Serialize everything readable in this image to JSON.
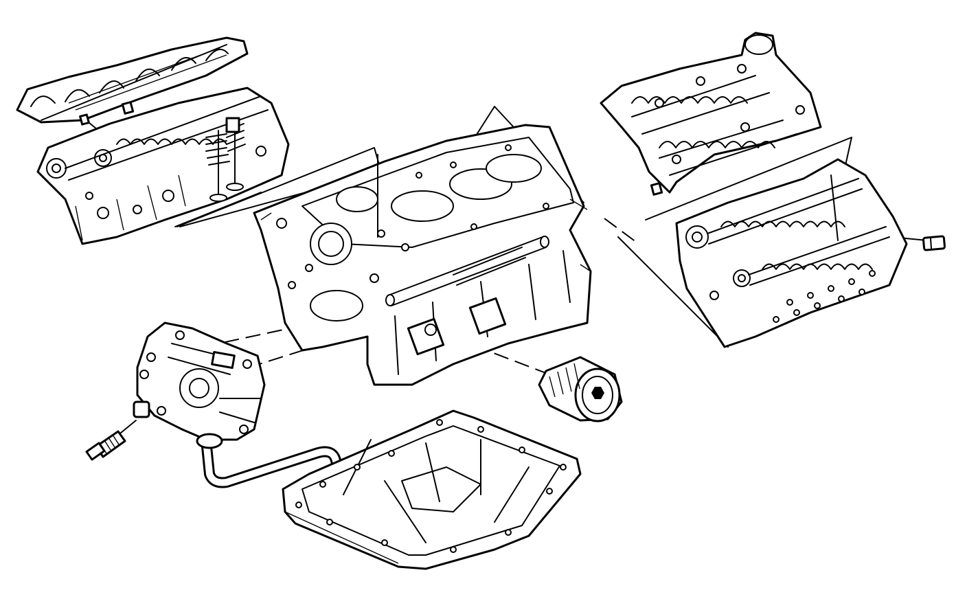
{
  "diagram": {
    "style": "line-art exploded view",
    "stroke_color": "#000000",
    "background_color": "#ffffff",
    "parts": [
      {
        "id": "left-camshaft-cover",
        "icon": "camshaft-cover-icon"
      },
      {
        "id": "left-cylinder-head",
        "icon": "cylinder-head-icon"
      },
      {
        "id": "engine-block",
        "icon": "engine-block-icon"
      },
      {
        "id": "right-camshaft-cover",
        "icon": "camshaft-cover-icon"
      },
      {
        "id": "right-cylinder-head",
        "icon": "cylinder-head-icon"
      },
      {
        "id": "oil-pump-housing",
        "icon": "oil-pump-icon"
      },
      {
        "id": "oil-pressure-switch",
        "icon": "sensor-icon"
      },
      {
        "id": "oil-filter",
        "icon": "oil-filter-icon"
      },
      {
        "id": "oil-pickup-tube",
        "icon": "pipe-icon"
      },
      {
        "id": "oil-pan",
        "icon": "oil-pan-icon"
      },
      {
        "id": "cover-bolt",
        "icon": "bolt-icon"
      },
      {
        "id": "head-plug",
        "icon": "bolt-icon"
      }
    ]
  }
}
